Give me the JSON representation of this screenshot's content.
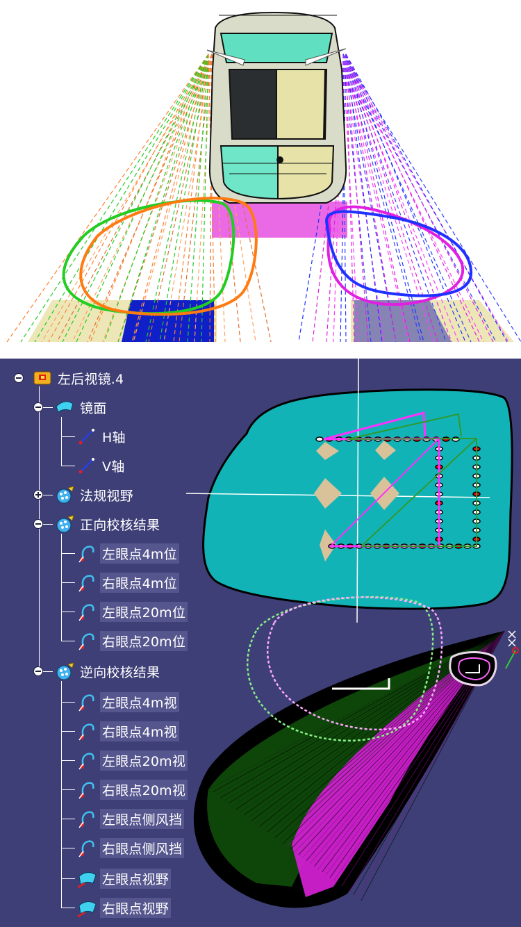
{
  "tree": {
    "root": {
      "label": "左后视镜.4",
      "icon": "part-folder-icon"
    },
    "items": [
      {
        "label": "镜面",
        "icon": "mirror-surface-icon",
        "expander": "collapse"
      },
      {
        "label": "H轴",
        "icon": "axis-line-icon"
      },
      {
        "label": "V轴",
        "icon": "axis-line-icon"
      },
      {
        "label": "法规视野",
        "icon": "geometrical-set-icon",
        "expander": "expand"
      },
      {
        "label": "正向校核结果",
        "icon": "geometrical-set-icon",
        "expander": "collapse"
      },
      {
        "label": "左眼点4m位",
        "icon": "curve-icon"
      },
      {
        "label": "右眼点4m位",
        "icon": "curve-icon"
      },
      {
        "label": "左眼点20m位",
        "icon": "curve-icon"
      },
      {
        "label": "右眼点20m位",
        "icon": "curve-icon"
      },
      {
        "label": "逆向校核结果",
        "icon": "geometrical-set-icon",
        "expander": "collapse"
      },
      {
        "label": "左眼点4m视",
        "icon": "curve-icon"
      },
      {
        "label": "右眼点4m视",
        "icon": "curve-icon"
      },
      {
        "label": "左眼点20m视",
        "icon": "curve-icon"
      },
      {
        "label": "右眼点20m视",
        "icon": "curve-icon"
      },
      {
        "label": "左眼点侧风挡",
        "icon": "curve-icon"
      },
      {
        "label": "右眼点侧风挡",
        "icon": "curve-icon"
      },
      {
        "label": "左眼点视野",
        "icon": "surface-icon"
      },
      {
        "label": "右眼点视野",
        "icon": "surface-icon"
      }
    ]
  },
  "colors": {
    "workspace_bg": "#3e3f77",
    "mirror_fill": "#12b3b6",
    "label_highlight": "#56568f",
    "left_eye_green": "#22cc22",
    "left_eye_orange": "#ff7a10",
    "right_eye_magenta": "#e020e0",
    "right_eye_blue": "#2030ff",
    "field_dark_green": "#0f4a0a",
    "field_magenta": "#d020d0"
  }
}
